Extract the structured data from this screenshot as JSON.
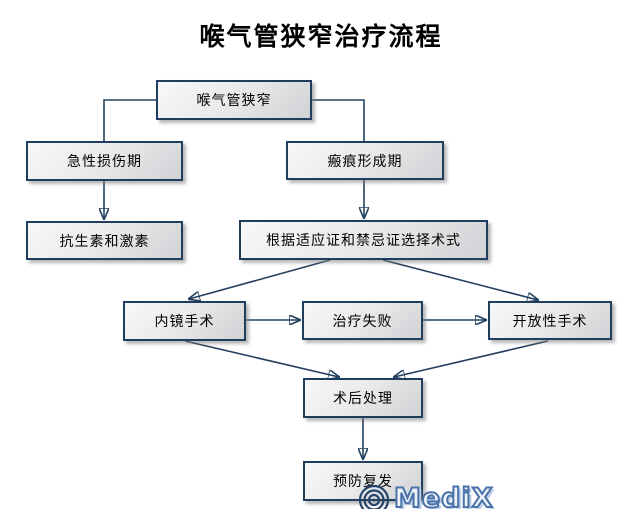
{
  "diagram": {
    "title": "喉气管狭窄治疗流程",
    "type": "flowchart",
    "nodes": [
      {
        "id": "n1",
        "label": "喉气管狭窄"
      },
      {
        "id": "n2",
        "label": "急性损伤期"
      },
      {
        "id": "n3",
        "label": "瘢痕形成期"
      },
      {
        "id": "n4",
        "label": "抗生素和激素"
      },
      {
        "id": "n5",
        "label": "根据适应证和禁忌证选择术式"
      },
      {
        "id": "n6",
        "label": "内镜手术"
      },
      {
        "id": "n7",
        "label": "治疗失败"
      },
      {
        "id": "n8",
        "label": "开放性手术"
      },
      {
        "id": "n9",
        "label": "术后处理"
      },
      {
        "id": "n10",
        "label": "预防复发"
      }
    ],
    "edges": [
      {
        "from": "喉气管狭窄",
        "to": "急性损伤期",
        "arrow": false
      },
      {
        "from": "喉气管狭窄",
        "to": "瘢痕形成期",
        "arrow": false
      },
      {
        "from": "急性损伤期",
        "to": "抗生素和激素",
        "arrow": true
      },
      {
        "from": "瘢痕形成期",
        "to": "根据适应证和禁忌证选择术式",
        "arrow": true
      },
      {
        "from": "根据适应证和禁忌证选择术式",
        "to": "内镜手术",
        "arrow": true
      },
      {
        "from": "根据适应证和禁忌证选择术式",
        "to": "开放性手术",
        "arrow": true
      },
      {
        "from": "内镜手术",
        "to": "治疗失败",
        "arrow": true
      },
      {
        "from": "治疗失败",
        "to": "开放性手术",
        "arrow": true
      },
      {
        "from": "内镜手术",
        "to": "术后处理",
        "arrow": true
      },
      {
        "from": "开放性手术",
        "to": "术后处理",
        "arrow": true
      },
      {
        "from": "术后处理",
        "to": "预防复发",
        "arrow": true
      }
    ],
    "colors": {
      "node_border": "#1f3d5c",
      "node_fill_light": "#f7f8f8",
      "node_fill_dark": "#d0d2d5",
      "connector": "#24425f",
      "title": "#000000"
    }
  },
  "watermark": {
    "copyright_symbol": "©",
    "brand": "MediX",
    "outline_color": "#4a72a8",
    "shadow_color": "#bfcfe8"
  }
}
